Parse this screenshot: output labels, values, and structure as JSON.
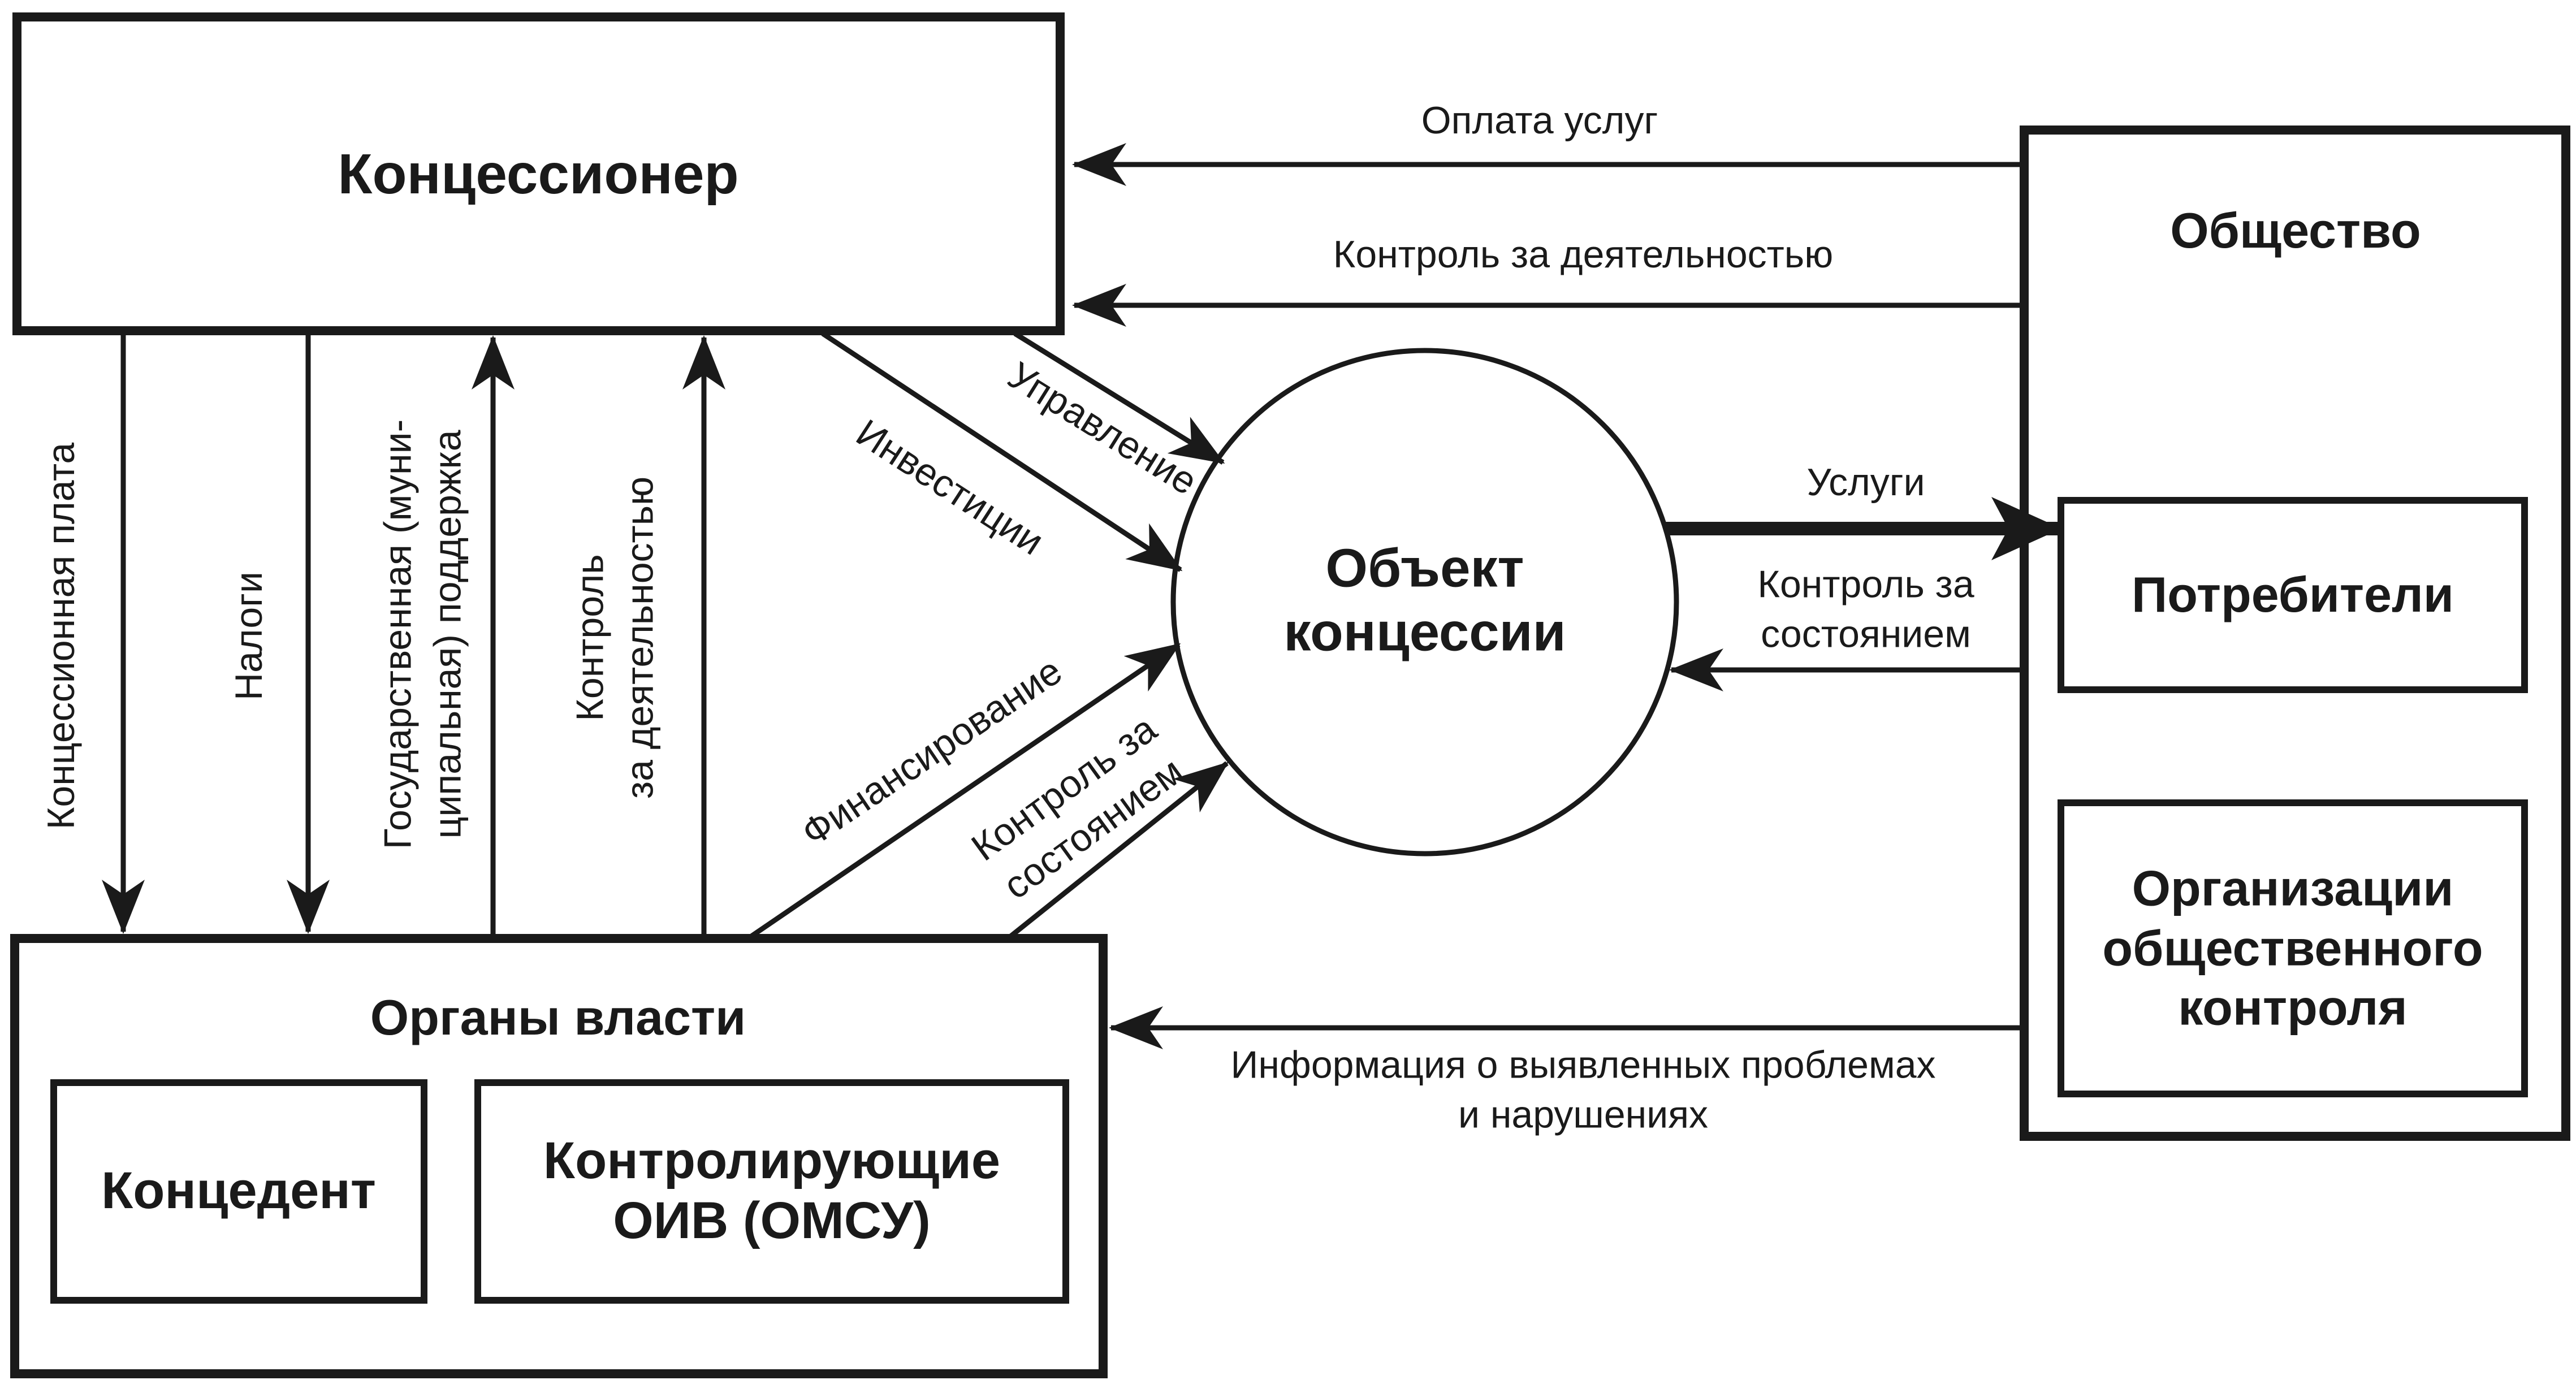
{
  "diagram": {
    "colors": {
      "ink": "#1a1a1a",
      "background": "#ffffff"
    },
    "nodes": {
      "concessionaire": {
        "label": "Концессионер"
      },
      "authorities": {
        "label": "Органы власти"
      },
      "concedent": {
        "label": "Концедент"
      },
      "controlling_oiv": {
        "line1": "Контролирующие",
        "line2": "ОИВ (ОМСУ)"
      },
      "concession_object": {
        "line1": "Объект",
        "line2": "концессии"
      },
      "society": {
        "label": "Общество"
      },
      "consumers": {
        "label": "Потребители"
      },
      "public_control_orgs": {
        "line1": "Организации",
        "line2": "общественного",
        "line3": "контроля"
      }
    },
    "flows": {
      "service_payment": {
        "label": "Оплата услуг"
      },
      "activity_control_top": {
        "label": "Контроль за деятельностью"
      },
      "concession_fee": {
        "label": "Концессионная плата"
      },
      "taxes": {
        "label": "Налоги"
      },
      "state_support": {
        "line1": "Государственная (муни-",
        "line2": "ципальная) поддержка"
      },
      "activity_control_left": {
        "line1": "Контроль",
        "line2": "за деятельностью"
      },
      "management": {
        "label": "Управление"
      },
      "investments": {
        "label": "Инвестиции"
      },
      "financing": {
        "label": "Финансирование"
      },
      "condition_control_diag": {
        "line1": "Контроль за",
        "line2": "состоянием"
      },
      "services": {
        "label": "Услуги"
      },
      "condition_control_right": {
        "line1": "Контроль за",
        "line2": "состоянием"
      },
      "problems_info": {
        "line1": "Информация о выявленных проблемах",
        "line2": "и нарушениях"
      }
    }
  }
}
